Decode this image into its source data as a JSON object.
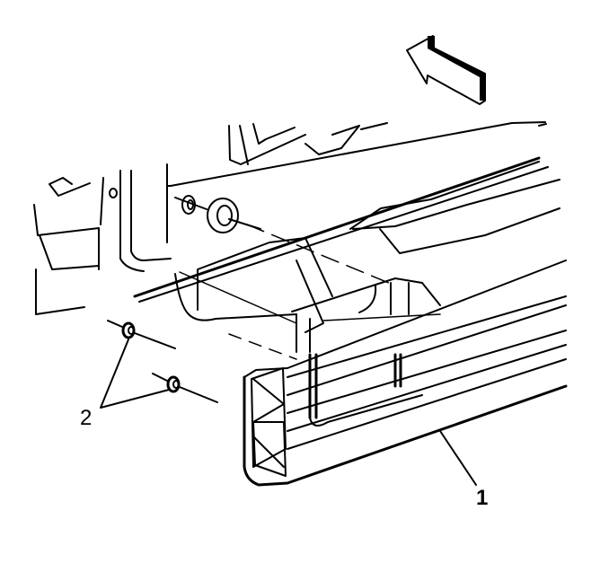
{
  "diagram": {
    "subject": "trailer hitch receiver mounting illustration",
    "colors": {
      "line": "#000000",
      "background": "#ffffff"
    },
    "callouts": [
      {
        "id": "1",
        "text": "1",
        "refers_to": "hitch-receiver-tube"
      },
      {
        "id": "2",
        "text": "2",
        "refers_to": "mounting-nuts"
      }
    ],
    "icons": {
      "direction_arrow": "front-of-vehicle-arrow-icon"
    }
  }
}
